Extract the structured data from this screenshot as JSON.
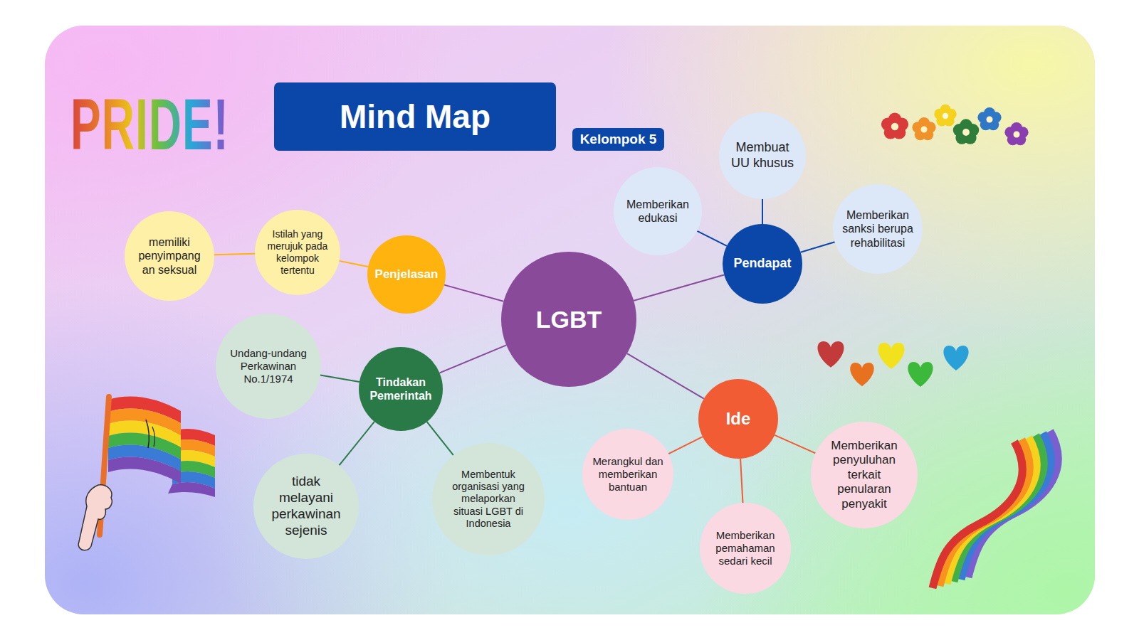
{
  "diagram": {
    "title": "Mind Map",
    "nodes": [
      {
        "text": [
          "LGBT"
        ]
      },
      {
        "text": [
          "Penjelasan"
        ]
      },
      {
        "text": [
          "Istilah yang merujuk pada kelompok tertentu"
        ]
      },
      {
        "text": [
          "memiliki penyimpang an seksual"
        ]
      },
      {
        "text": [
          "Pendapat"
        ]
      },
      {
        "text": [
          "Membuat UU khusus"
        ]
      },
      {
        "text": [
          "Memberikan edukasi"
        ]
      },
      {
        "text": [
          "Memberikan sanksi berupa rehabilitasi"
        ]
      },
      {
        "text": [
          "Tindakan Pemerintah"
        ]
      },
      {
        "text": [
          "Undang-undang Perkawinan No.1/1974"
        ]
      },
      {
        "text": [
          "tidak melayani perkawinan sejenis"
        ]
      },
      {
        "text": [
          "Membentuk organisasi yang melaporkan situasi LGBT di Indonesia"
        ]
      },
      {
        "text": [
          "Ide"
        ]
      },
      {
        "text": [
          "Merangkul dan memberikan bantuan"
        ]
      },
      {
        "text": [
          "Memberikan pemahaman sedari kecil"
        ]
      },
      {
        "text": [
          "Memberikan penyuluhan terkait penularan penyakit"
        ]
      }
    ],
    "edges": [
      {
        "from": 0,
        "to": 1,
        "arrow": "none"
      },
      {
        "from": 1,
        "to": 2,
        "arrow": "none"
      },
      {
        "from": 2,
        "to": 3,
        "arrow": "none"
      },
      {
        "from": 0,
        "to": 4,
        "arrow": "none"
      },
      {
        "from": 4,
        "to": 5,
        "arrow": "none"
      },
      {
        "from": 4,
        "to": 6,
        "arrow": "none"
      },
      {
        "from": 4,
        "to": 7,
        "arrow": "none"
      },
      {
        "from": 0,
        "to": 8,
        "arrow": "none"
      },
      {
        "from": 8,
        "to": 9,
        "arrow": "none"
      },
      {
        "from": 8,
        "to": 10,
        "arrow": "none"
      },
      {
        "from": 8,
        "to": 11,
        "arrow": "none"
      },
      {
        "from": 0,
        "to": 12,
        "arrow": "none"
      },
      {
        "from": 12,
        "to": 13,
        "arrow": "none"
      },
      {
        "from": 12,
        "to": 14,
        "arrow": "none"
      },
      {
        "from": 12,
        "to": 15,
        "arrow": "none"
      }
    ],
    "labels": [
      "PRIDE!",
      "Kelompok 5"
    ]
  }
}
